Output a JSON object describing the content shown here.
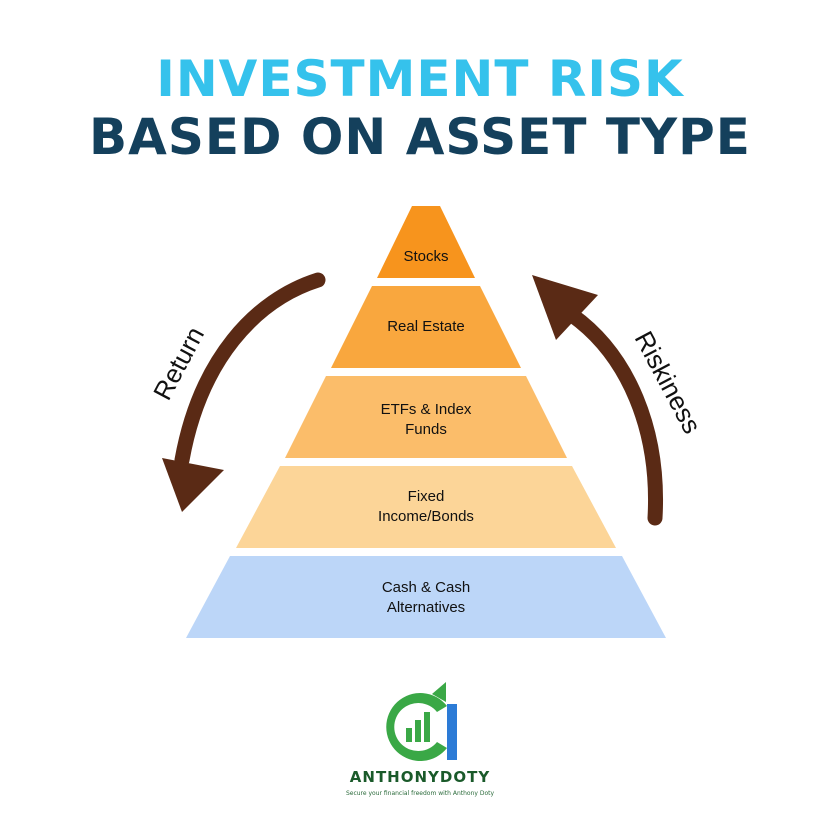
{
  "title": {
    "line1": "INVESTMENT RISK",
    "line2": "BASED ON ASSET TYPE"
  },
  "pyramid": {
    "tiers": [
      {
        "lines": [
          "Stocks"
        ],
        "color": "#f7941d"
      },
      {
        "lines": [
          "Real Estate"
        ],
        "color": "#f9a73e"
      },
      {
        "lines": [
          "ETFs & Index",
          "Funds"
        ],
        "color": "#fbbd6a"
      },
      {
        "lines": [
          "Fixed",
          "Income/Bonds"
        ],
        "color": "#fcd598"
      },
      {
        "lines": [
          "Cash & Cash",
          "Alternatives"
        ],
        "color": "#bcd6f8"
      }
    ]
  },
  "arrows": {
    "return_label": "Return",
    "riskiness_label": "Riskiness",
    "color": "#5a2a15"
  },
  "brand": {
    "name": "ANTHONYDOTY",
    "tagline": "Secure your financial freedom with Anthony Doty",
    "colors": {
      "green": "#3aa846",
      "blue": "#2c7bd6"
    }
  },
  "colors": {
    "title_light": "#35c2ec",
    "title_dark": "#14405c"
  }
}
